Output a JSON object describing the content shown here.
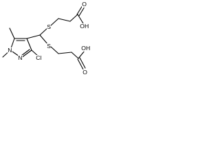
{
  "molecule": {
    "atoms": {
      "s_upper": "S",
      "s_lower": "S",
      "oh_upper": "OH",
      "o_upper": "O",
      "oh_lower": "OH",
      "o_lower": "O",
      "n_ring_1": "N",
      "n_ring_2": "N",
      "cl": "Cl"
    }
  }
}
